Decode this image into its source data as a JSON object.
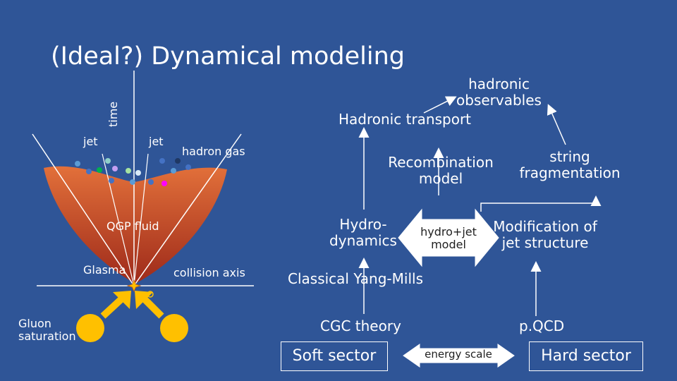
{
  "title": "(Ideal?) Dynamical modeling",
  "left_diagram": {
    "time_axis": "time",
    "jet_left": "jet",
    "jet_right": "jet",
    "hadron_gas": "hadron gas",
    "qgp_fluid": "QGP fluid",
    "glasma": "Glasma",
    "collision_axis": "collision axis",
    "gluon_saturation": "Gluon saturation",
    "colors": {
      "qgp_dark": "#9e2a1a",
      "qgp_light": "#e2703a",
      "nucleus": "#ffc000"
    }
  },
  "flow": {
    "hadronic_observables": "hadronic observables",
    "hadronic_transport": "Hadronic transport",
    "recombination_model": "Recombination model",
    "string_fragmentation": "string fragmentation",
    "hydrodynamics": "Hydro-dynamics",
    "hydro_jet": "hydro+jet model",
    "modification_jet": "Modification of jet structure",
    "classical_yang_mills": "Classical Yang-Mills",
    "cgc_theory": "CGC theory",
    "pqcd": "p.QCD",
    "soft_sector": "Soft sector",
    "energy_scale": "energy scale",
    "hard_sector": "Hard sector"
  }
}
